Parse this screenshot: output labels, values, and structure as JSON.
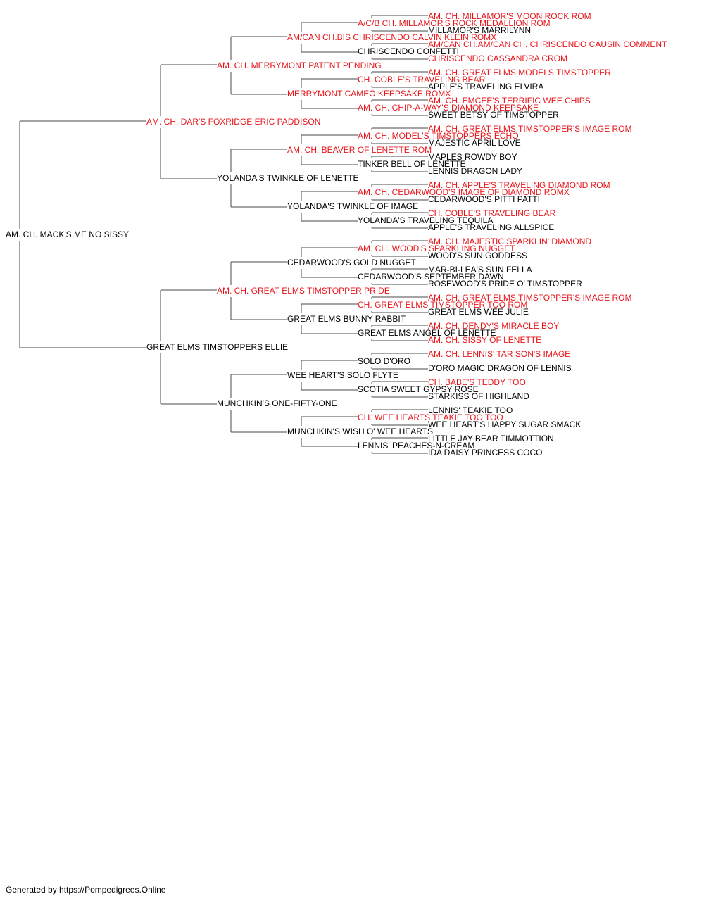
{
  "colors": {
    "champion": "#e8161b",
    "normal": "#000000",
    "connector": "#4a4a4a"
  },
  "pedigree": {
    "subject": {
      "name": "AM. CH. MACK'S ME NO SISSY",
      "champion": false
    },
    "generations": [
      [
        {
          "name": "AM. CH. DAR'S FOXRIDGE ERIC PADDISON",
          "champion": true
        },
        {
          "name": "GREAT ELMS TIMSTOPPERS ELLIE",
          "champion": false
        }
      ],
      [
        {
          "name": "AM. CH. MERRYMONT PATENT PENDING",
          "champion": true
        },
        {
          "name": "YOLANDA'S TWINKLE OF LENETTE",
          "champion": false
        },
        {
          "name": "AM. CH. GREAT ELMS TIMSTOPPER PRIDE",
          "champion": true
        },
        {
          "name": "MUNCHKIN'S ONE-FIFTY-ONE",
          "champion": false
        }
      ],
      [
        {
          "name": "AM/CAN CH.BIS CHRISCENDO CALVIN KLEIN ROMX",
          "champion": true
        },
        {
          "name": "MERRYMONT CAMEO KEEPSAKE ROMX",
          "champion": true
        },
        {
          "name": "AM. CH. BEAVER OF LENETTE ROM",
          "champion": true
        },
        {
          "name": "YOLANDA'S TWINKLE OF IMAGE",
          "champion": false
        },
        {
          "name": "CEDARWOOD'S GOLD NUGGET",
          "champion": false
        },
        {
          "name": "GREAT ELMS BUNNY RABBIT",
          "champion": false
        },
        {
          "name": "WEE HEART'S SOLO FLYTE",
          "champion": false
        },
        {
          "name": "MUNCHKIN'S WISH O' WEE HEARTS",
          "champion": false
        }
      ],
      [
        {
          "name": "A/C/B CH. MILLAMOR'S ROCK MEDALLION ROM",
          "champion": true
        },
        {
          "name": "CHRISCENDO CONFETTI",
          "champion": false
        },
        {
          "name": "CH. COBLE'S TRAVELING BEAR",
          "champion": true
        },
        {
          "name": "AM. CH. CHIP-A-WAY'S DIAMOND KEEPSAKE",
          "champion": true
        },
        {
          "name": "AM. CH. MODEL'S TIMSTOPPERS ECHO",
          "champion": true
        },
        {
          "name": "TINKER BELL OF LENETTE",
          "champion": false
        },
        {
          "name": "AM. CH. CEDARWOOD'S IMAGE OF DIAMOND ROMX",
          "champion": true
        },
        {
          "name": "YOLANDA'S TRAVELING TEQUILA",
          "champion": false
        },
        {
          "name": "AM. CH. WOOD'S SPARKLING NUGGET",
          "champion": true
        },
        {
          "name": "CEDARWOOD'S SEPTEMBER DAWN",
          "champion": false
        },
        {
          "name": "CH. GREAT ELMS TIMSTOPPER TOO ROM",
          "champion": true
        },
        {
          "name": "GREAT ELMS ANGEL OF LENETTE",
          "champion": false
        },
        {
          "name": "SOLO D'ORO",
          "champion": false
        },
        {
          "name": "SCOTIA SWEET GYPSY ROSE",
          "champion": false
        },
        {
          "name": "CH. WEE HEARTS TEAKIE TOO TOO",
          "champion": true
        },
        {
          "name": "LENNIS' PEACHES-N-CREAM",
          "champion": false
        }
      ],
      [
        {
          "name": "AM. CH. MILLAMOR'S MOON ROCK ROM",
          "champion": true
        },
        {
          "name": "MILLAMOR'S MARRILYNN",
          "champion": false
        },
        {
          "name": "AM/CAN CH.AM/CAN CH. CHRISCENDO CAUSIN COMMENT",
          "champion": true
        },
        {
          "name": "CHRISCENDO CASSANDRA CROM",
          "champion": true
        },
        {
          "name": "AM. CH. GREAT ELMS MODELS TIMSTOPPER",
          "champion": true
        },
        {
          "name": "APPLE'S TRAVELING ELVIRA",
          "champion": false
        },
        {
          "name": "AM. CH. EMCEE'S TERRIFIC WEE CHIPS",
          "champion": true
        },
        {
          "name": "SWEET BETSY OF TIMSTOPPER",
          "champion": false
        },
        {
          "name": "AM. CH. GREAT ELMS TIMSTOPPER'S IMAGE ROM",
          "champion": true
        },
        {
          "name": "MAJESTIC APRIL LOVE",
          "champion": false
        },
        {
          "name": "MAPLES ROWDY BOY",
          "champion": false
        },
        {
          "name": "LENNIS DRAGON LADY",
          "champion": false
        },
        {
          "name": "AM. CH. APPLE'S TRAVELING DIAMOND ROM",
          "champion": true
        },
        {
          "name": "CEDARWOOD'S PITTI PATTI",
          "champion": false
        },
        {
          "name": "CH. COBLE'S TRAVELING BEAR",
          "champion": true
        },
        {
          "name": "APPLE'S TRAVELING ALLSPICE",
          "champion": false
        },
        {
          "name": "AM. CH. MAJESTIC SPARKLIN' DIAMOND",
          "champion": true
        },
        {
          "name": "WOOD'S SUN GODDESS",
          "champion": false
        },
        {
          "name": "MAR-BI-LEA'S SUN FELLA",
          "champion": false
        },
        {
          "name": "ROSEWOOD'S PRIDE O' TIMSTOPPER",
          "champion": false
        },
        {
          "name": "AM. CH. GREAT ELMS TIMSTOPPER'S IMAGE ROM",
          "champion": true
        },
        {
          "name": "GREAT ELMS WEE JULIE",
          "champion": false
        },
        {
          "name": "AM. CH. DENDY'S MIRACLE BOY",
          "champion": true
        },
        {
          "name": "AM. CH. SISSY OF LENETTE",
          "champion": true
        },
        {
          "name": "AM. CH. LENNIS' TAR SON'S IMAGE",
          "champion": true
        },
        {
          "name": "D'ORO MAGIC DRAGON OF LENNIS",
          "champion": false
        },
        {
          "name": "CH. BABE'S TEDDY TOO",
          "champion": true
        },
        {
          "name": "STARKISS OF HIGHLAND",
          "champion": false
        },
        {
          "name": "LENNIS' TEAKIE TOO",
          "champion": false
        },
        {
          "name": "WEE HEART'S HAPPY SUGAR SMACK",
          "champion": false
        },
        {
          "name": "LITTLE JAY BEAR TIMMOTTION",
          "champion": false
        },
        {
          "name": "IDA DAISY PRINCESS COCO",
          "champion": false
        }
      ]
    ]
  },
  "footer": "Generated by https://Pompedigrees.Online"
}
